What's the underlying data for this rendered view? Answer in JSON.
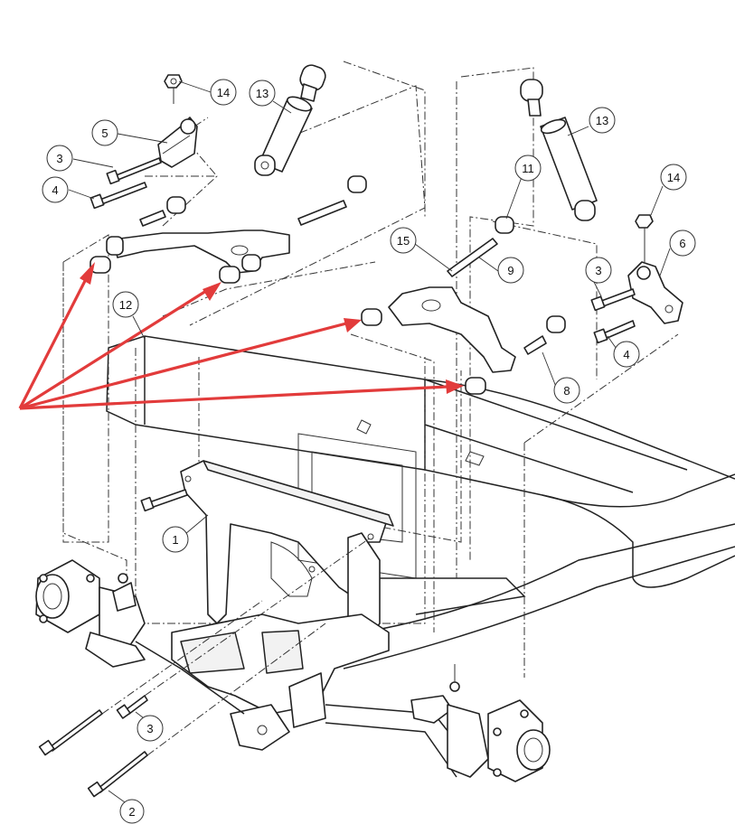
{
  "callouts": [
    {
      "num": "14"
    },
    {
      "num": "13"
    },
    {
      "num": "5"
    },
    {
      "num": "3"
    },
    {
      "num": "4"
    },
    {
      "num": "12"
    },
    {
      "num": "11"
    },
    {
      "num": "15"
    },
    {
      "num": "13"
    },
    {
      "num": "14"
    },
    {
      "num": "6"
    },
    {
      "num": "9"
    },
    {
      "num": "3"
    },
    {
      "num": "4"
    },
    {
      "num": "8"
    },
    {
      "num": "1"
    },
    {
      "num": "3"
    },
    {
      "num": "2"
    }
  ],
  "colors": {
    "line": "#222222",
    "arrow": "#e23b3b",
    "background": "#ffffff"
  }
}
